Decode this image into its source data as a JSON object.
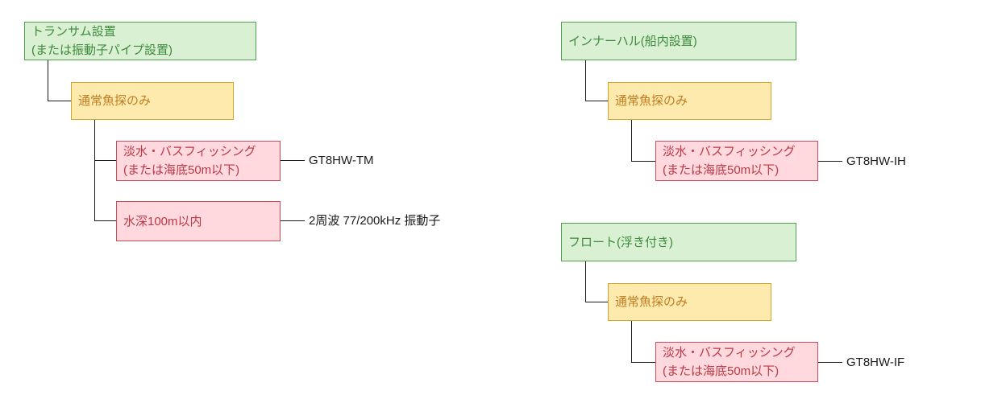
{
  "page": {
    "background": "#ffffff"
  },
  "palette": {
    "green": {
      "fill": "#d9f0d2",
      "border": "#4ea24e",
      "text": "#3c8a3c"
    },
    "yellow": {
      "fill": "#ffeaad",
      "border": "#d2a42c",
      "text": "#c07c20"
    },
    "pink": {
      "fill": "#ffd9dd",
      "border": "#d14b5b",
      "text": "#bb3848"
    },
    "connector": "#1a1a1a",
    "result_text": "#1a1a1a"
  },
  "trees": [
    {
      "id": "transom",
      "root": {
        "line1": "トランサム設置",
        "line2": "(または振動子パイプ設置)"
      },
      "child": {
        "line1": "通常魚探のみ"
      },
      "leaves": [
        {
          "line1": "淡水・バスフィッシング",
          "line2": "(または海底50m以下)",
          "result": "GT8HW-TM"
        },
        {
          "line1": "水深100m以内",
          "result": "2周波 77/200kHz 振動子"
        }
      ]
    },
    {
      "id": "inner-hull",
      "root": {
        "line1": "インナーハル(船内設置)"
      },
      "child": {
        "line1": "通常魚探のみ"
      },
      "leaves": [
        {
          "line1": "淡水・バスフィッシング",
          "line2": "(または海底50m以下)",
          "result": "GT8HW-IH"
        }
      ]
    },
    {
      "id": "float",
      "root": {
        "line1": "フロート(浮き付き)"
      },
      "child": {
        "line1": "通常魚探のみ"
      },
      "leaves": [
        {
          "line1": "淡水・バスフィッシング",
          "line2": "(または海底50m以下)",
          "result": "GT8HW-IF"
        }
      ]
    }
  ]
}
